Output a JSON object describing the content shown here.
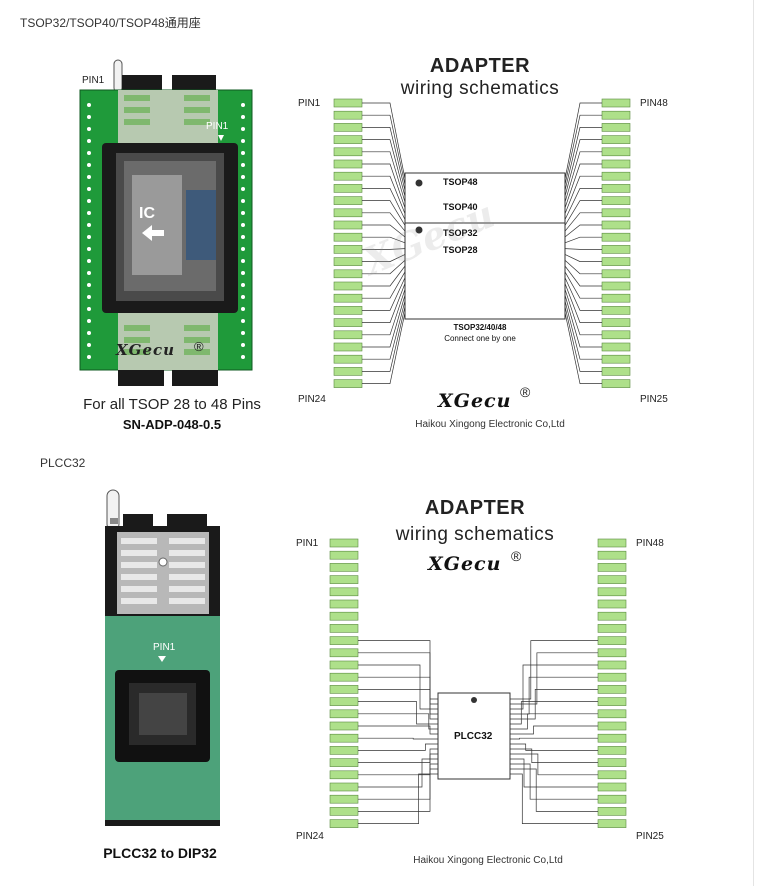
{
  "section1": {
    "title": "TSOP32/TSOP40/TSOP48通用座",
    "photo": {
      "pin1_outer": "PIN1",
      "pin1_inner": "PIN1",
      "ic_label": "IC",
      "brand": "XGecu",
      "caption": "For all TSOP  28  to  48 Pins",
      "model": "SN-ADP-048-0.5"
    },
    "schematic": {
      "title": "ADAPTER",
      "subtitle": "wiring schematics",
      "pin1": "PIN1",
      "pin24": "PIN24",
      "pin48": "PIN48",
      "pin25": "PIN25",
      "chip_labels": [
        "TSOP48",
        "TSOP40",
        "TSOP32",
        "TSOP28"
      ],
      "chip_note1": "TSOP32/40/48",
      "chip_note2": "Connect one by one",
      "brand": "XGecu",
      "watermark": "XGecu",
      "footer": "Haikou Xingong Electronic Co,Ltd"
    }
  },
  "section2": {
    "title": "PLCC32",
    "photo": {
      "pin1": "PIN1",
      "caption": "PLCC32  to  DIP32"
    },
    "schematic": {
      "title": "ADAPTER",
      "subtitle": "wiring schematics",
      "brand": "XGecu",
      "pin1": "PIN1",
      "pin24": "PIN24",
      "pin48": "PIN48",
      "pin25": "PIN25",
      "chip_label": "PLCC32",
      "footer": "Haikou Xingong Electronic Co,Ltd"
    }
  },
  "colors": {
    "pcb_green": "#1f9a3a",
    "pad_green": "#aee08a",
    "socket_black": "#1a1a1a",
    "line": "#333333"
  },
  "icons": [
    "registered-icon",
    "arrow-left-icon",
    "lever-icon"
  ]
}
